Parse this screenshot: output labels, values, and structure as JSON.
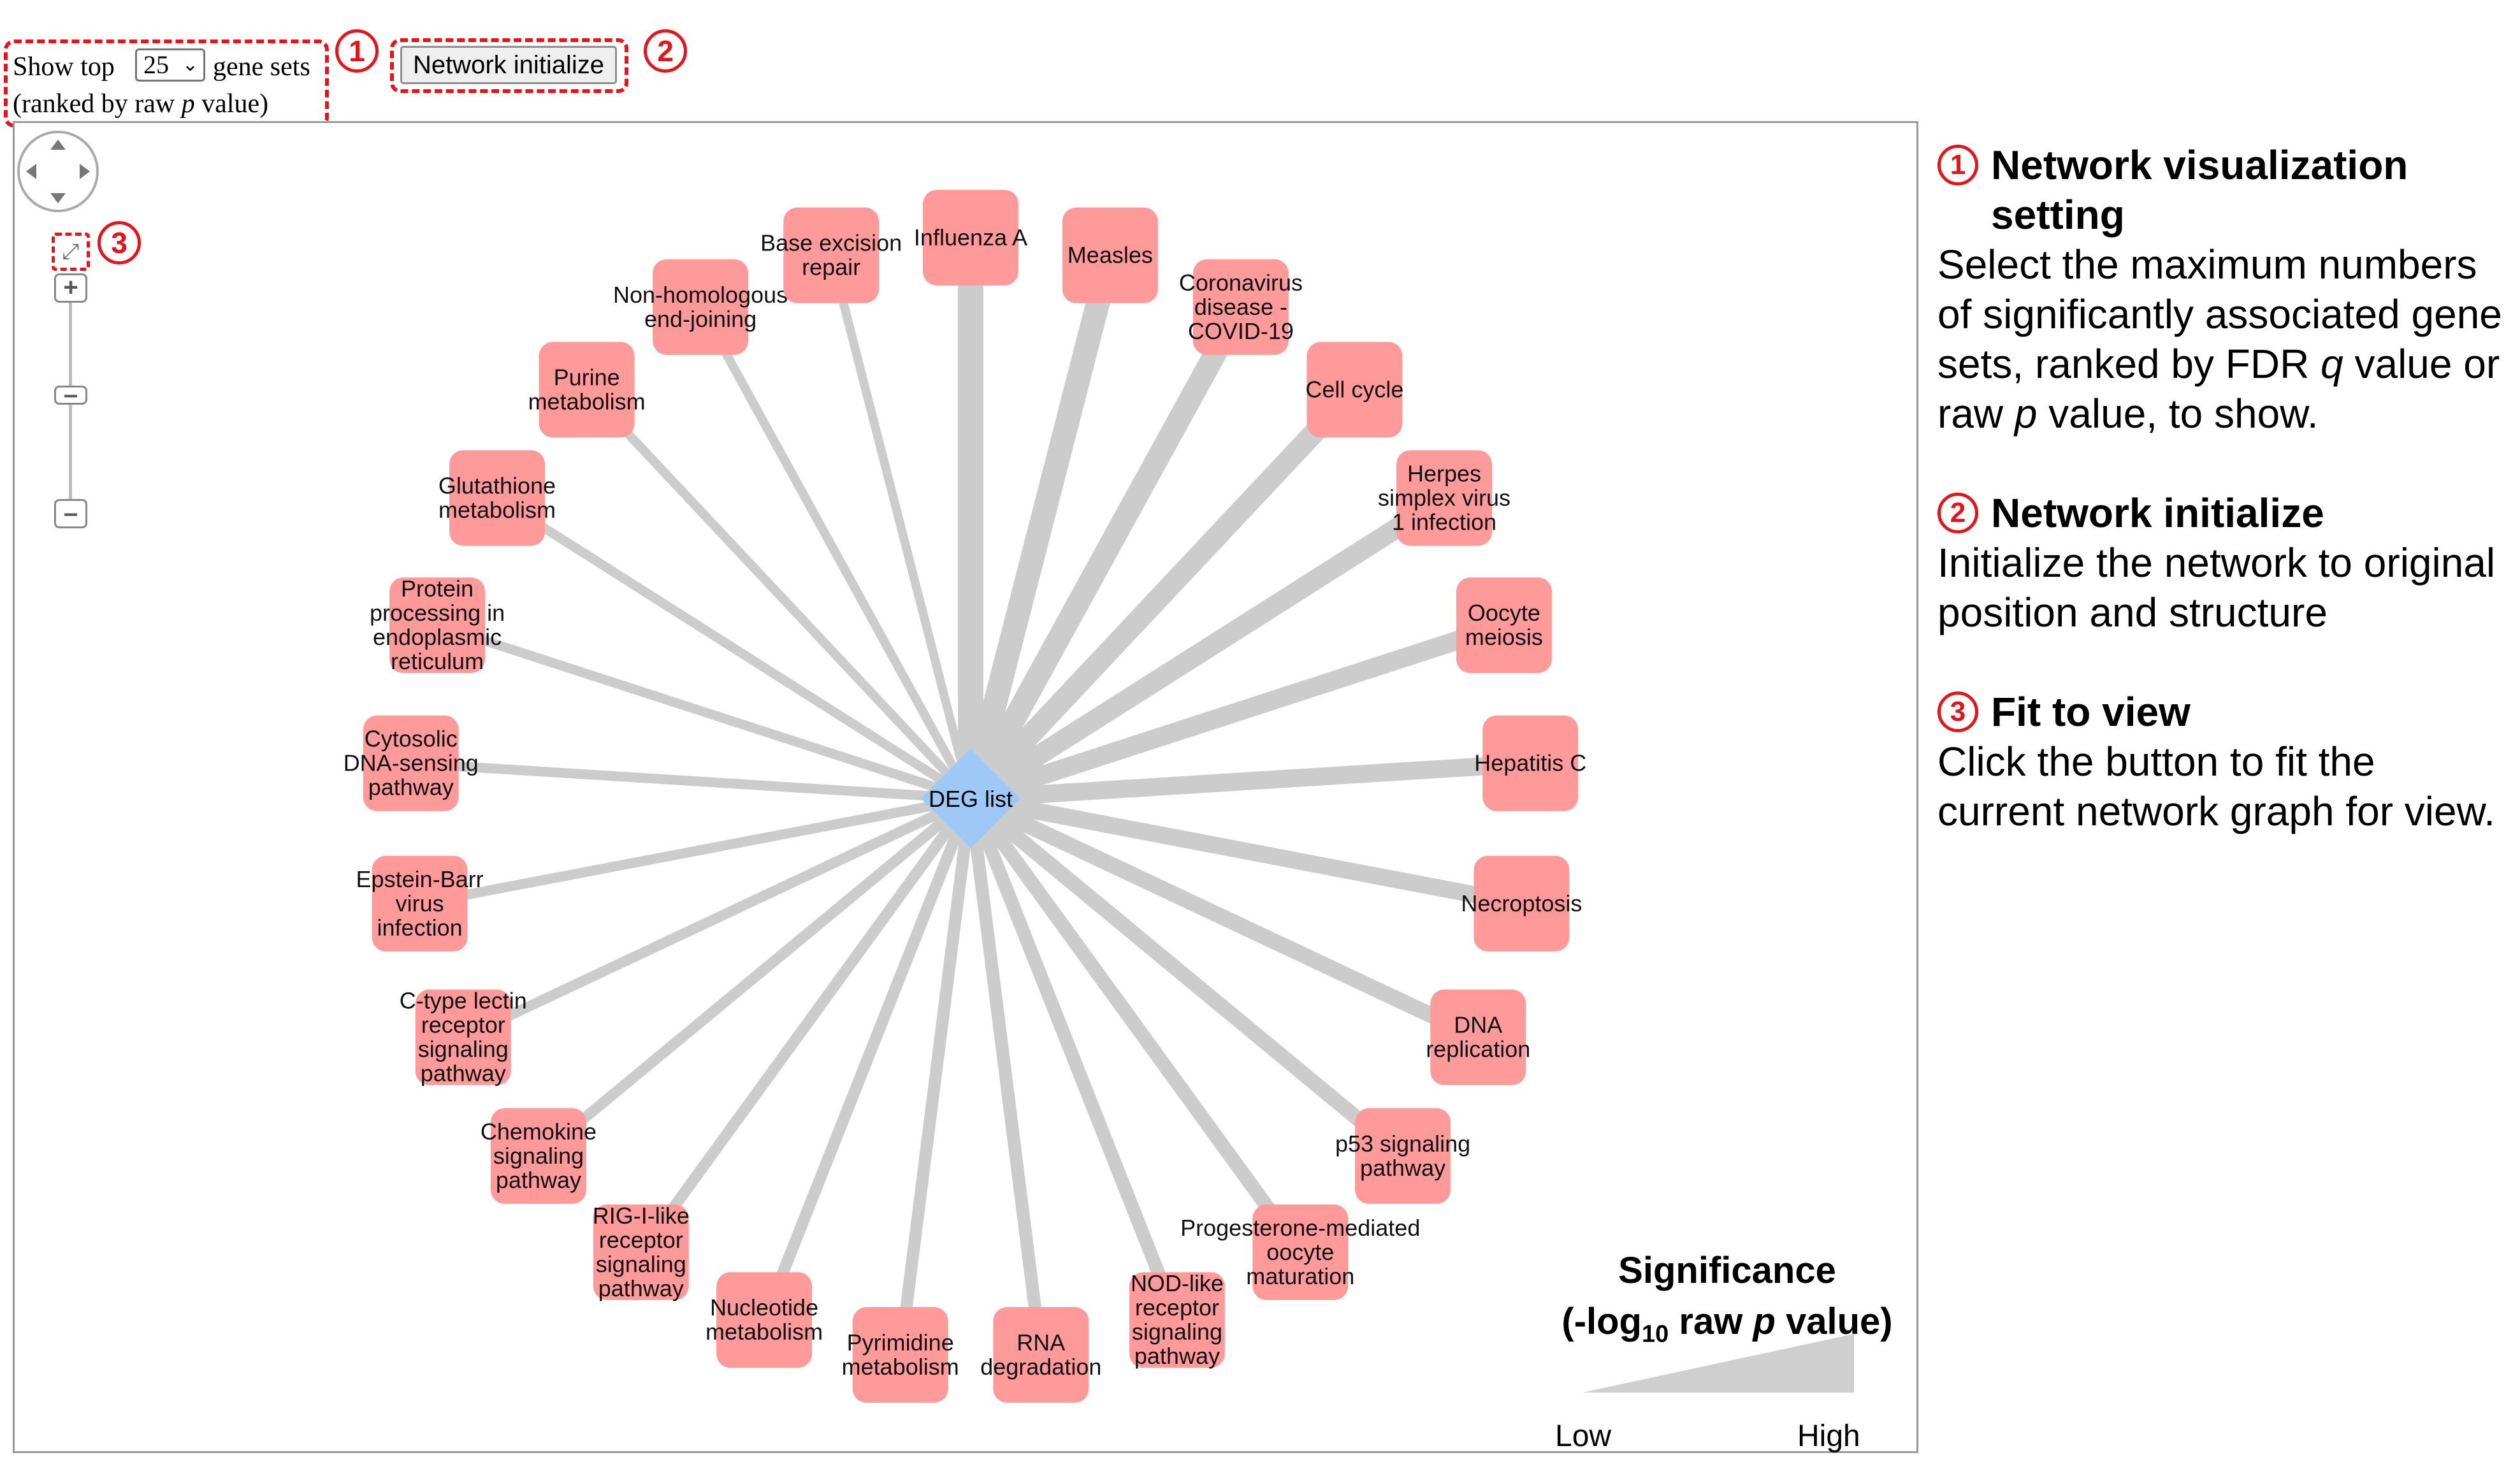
{
  "controls": {
    "show_top_label": "Show top",
    "top_n_value": "25",
    "gene_sets_label": "gene sets",
    "ranked_prefix": "(ranked by raw ",
    "ranked_p": "p",
    "ranked_suffix": " value)",
    "network_initialize_label": "Network initialize",
    "callout_1": "1",
    "callout_2": "2",
    "callout_3": "3"
  },
  "network": {
    "center_label": "DEG list",
    "node_color": "#ff9a9a",
    "center_color": "#9ec8f5",
    "edge_color": "#cccccc",
    "nodes": [
      {
        "label": "Influenza A",
        "weight": 1.0
      },
      {
        "label": "Measles",
        "weight": 0.92
      },
      {
        "label": "Coronavirus disease - COVID-19",
        "weight": 0.86
      },
      {
        "label": "Cell cycle",
        "weight": 0.8
      },
      {
        "label": "Herpes simplex virus 1 infection",
        "weight": 0.74
      },
      {
        "label": "Oocyte meiosis",
        "weight": 0.68
      },
      {
        "label": "Hepatitis C",
        "weight": 0.63
      },
      {
        "label": "Necroptosis",
        "weight": 0.58
      },
      {
        "label": "DNA replication",
        "weight": 0.53
      },
      {
        "label": "p53 signaling pathway",
        "weight": 0.49
      },
      {
        "label": "Progesterone-mediated oocyte maturation",
        "weight": 0.45
      },
      {
        "label": "NOD-like receptor signaling pathway",
        "weight": 0.41
      },
      {
        "label": "RNA degradation",
        "weight": 0.38
      },
      {
        "label": "Pyrimidine metabolism",
        "weight": 0.35
      },
      {
        "label": "Nucleotide metabolism",
        "weight": 0.32
      },
      {
        "label": "RIG-I-like receptor signaling pathway",
        "weight": 0.3
      },
      {
        "label": "Chemokine signaling pathway",
        "weight": 0.28
      },
      {
        "label": "C-type lectin receptor signaling pathway",
        "weight": 0.26
      },
      {
        "label": "Epstein-Barr virus infection",
        "weight": 0.24
      },
      {
        "label": "Cytosolic DNA-sensing pathway",
        "weight": 0.23
      },
      {
        "label": "Protein processing in endoplasmic reticulum",
        "weight": 0.22
      },
      {
        "label": "Glutathione metabolism",
        "weight": 0.21
      },
      {
        "label": "Purine metabolism",
        "weight": 0.2
      },
      {
        "label": "Non-homologous end-joining",
        "weight": 0.19
      },
      {
        "label": "Base excision repair",
        "weight": 0.18
      }
    ]
  },
  "legend": {
    "title": "Significance",
    "sub_prefix": "(-log",
    "sub_base": "10",
    "sub_middle": " raw ",
    "sub_p": "p",
    "sub_suffix": " value)",
    "low": "Low",
    "high": "High"
  },
  "description": {
    "item1_title": "Network visualization setting",
    "item1_body_a": "Select the maximum numbers of significantly associated gene sets, ranked by FDR ",
    "item1_q": "q",
    "item1_body_b": " value or raw ",
    "item1_p": "p",
    "item1_body_c": " value, to show.",
    "item2_title": "Network initialize",
    "item2_body": "Initialize the network to original position and structure",
    "item3_title": "Fit to view",
    "item3_body": "Click the button to fit the current network graph for view."
  }
}
